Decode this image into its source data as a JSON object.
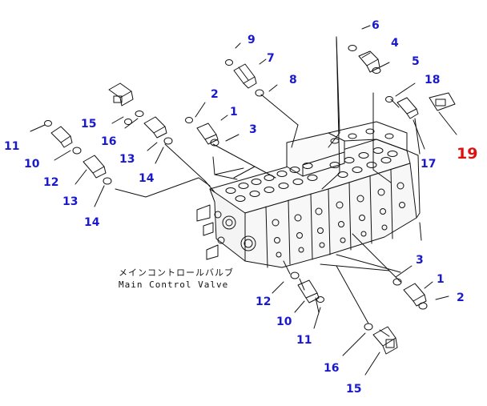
{
  "valve": {
    "caption_jp": "メインコントロールバルブ",
    "caption_en": "Main Control Valve"
  },
  "callouts": [
    {
      "id": "c9",
      "text": "9"
    },
    {
      "id": "c7",
      "text": "7"
    },
    {
      "id": "c8",
      "text": "8"
    },
    {
      "id": "c6",
      "text": "6"
    },
    {
      "id": "c4",
      "text": "4"
    },
    {
      "id": "c5",
      "text": "5"
    },
    {
      "id": "c18",
      "text": "18"
    },
    {
      "id": "c2a",
      "text": "2"
    },
    {
      "id": "c1a",
      "text": "1"
    },
    {
      "id": "c3a",
      "text": "3"
    },
    {
      "id": "c15a",
      "text": "15"
    },
    {
      "id": "c16a",
      "text": "16"
    },
    {
      "id": "c11a",
      "text": "11"
    },
    {
      "id": "c10a",
      "text": "10"
    },
    {
      "id": "c13a",
      "text": "13"
    },
    {
      "id": "c14a",
      "text": "14"
    },
    {
      "id": "c12a",
      "text": "12"
    },
    {
      "id": "c13b",
      "text": "13"
    },
    {
      "id": "c14b",
      "text": "14"
    },
    {
      "id": "c17",
      "text": "17"
    },
    {
      "id": "c19",
      "text": "19"
    },
    {
      "id": "c3b",
      "text": "3"
    },
    {
      "id": "c1b",
      "text": "1"
    },
    {
      "id": "c2b",
      "text": "2"
    },
    {
      "id": "c12b",
      "text": "12"
    },
    {
      "id": "c10b",
      "text": "10"
    },
    {
      "id": "c11b",
      "text": "11"
    },
    {
      "id": "c16b",
      "text": "16"
    },
    {
      "id": "c15b",
      "text": "15"
    }
  ],
  "colors": {
    "callout": "#1a1acc",
    "highlight": "#e01010",
    "line": "#111111"
  }
}
